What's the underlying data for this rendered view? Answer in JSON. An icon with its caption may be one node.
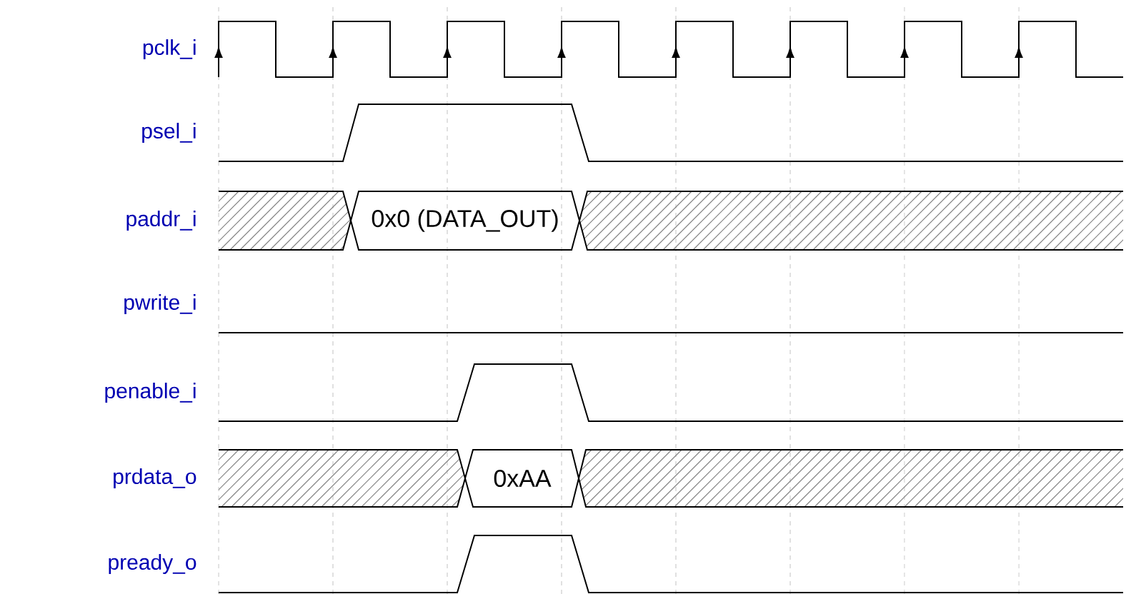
{
  "diagram": {
    "labels": [
      "pclk_i",
      "psel_i",
      "paddr_i",
      "0x0 (DATA_OUT)",
      "pwrite_i",
      "penable_i",
      "prdata_o",
      "0xAA",
      "pready_o"
    ]
  }
}
